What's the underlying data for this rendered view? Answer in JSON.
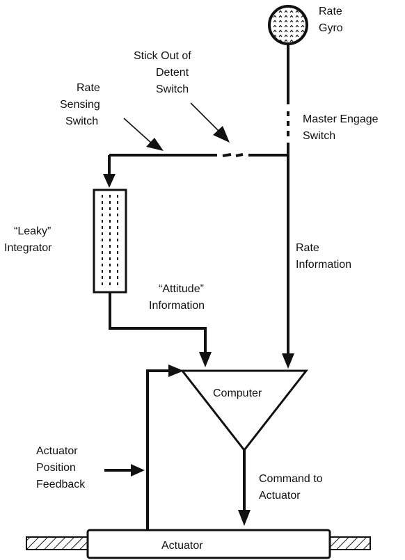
{
  "labels": {
    "rate_gyro": [
      "Rate",
      "Gyro"
    ],
    "stick_out_of_detent_switch": [
      "Stick Out of",
      "Detent",
      "Switch"
    ],
    "rate_sensing_switch": [
      "Rate",
      "Sensing",
      "Switch"
    ],
    "master_engage_switch": [
      "Master Engage",
      "Switch"
    ],
    "leaky_integrator": [
      "“Leaky”",
      "Integrator"
    ],
    "rate_information": [
      "Rate",
      "Information"
    ],
    "attitude_information": [
      "“Attitude”",
      "Information"
    ],
    "computer": "Computer",
    "actuator_position_feedback": [
      "Actuator",
      "Position",
      "Feedback"
    ],
    "command_to_actuator": [
      "Command to",
      "Actuator"
    ],
    "actuator": "Actuator"
  },
  "colors": {
    "ink": "#111111",
    "background": "#ffffff"
  }
}
